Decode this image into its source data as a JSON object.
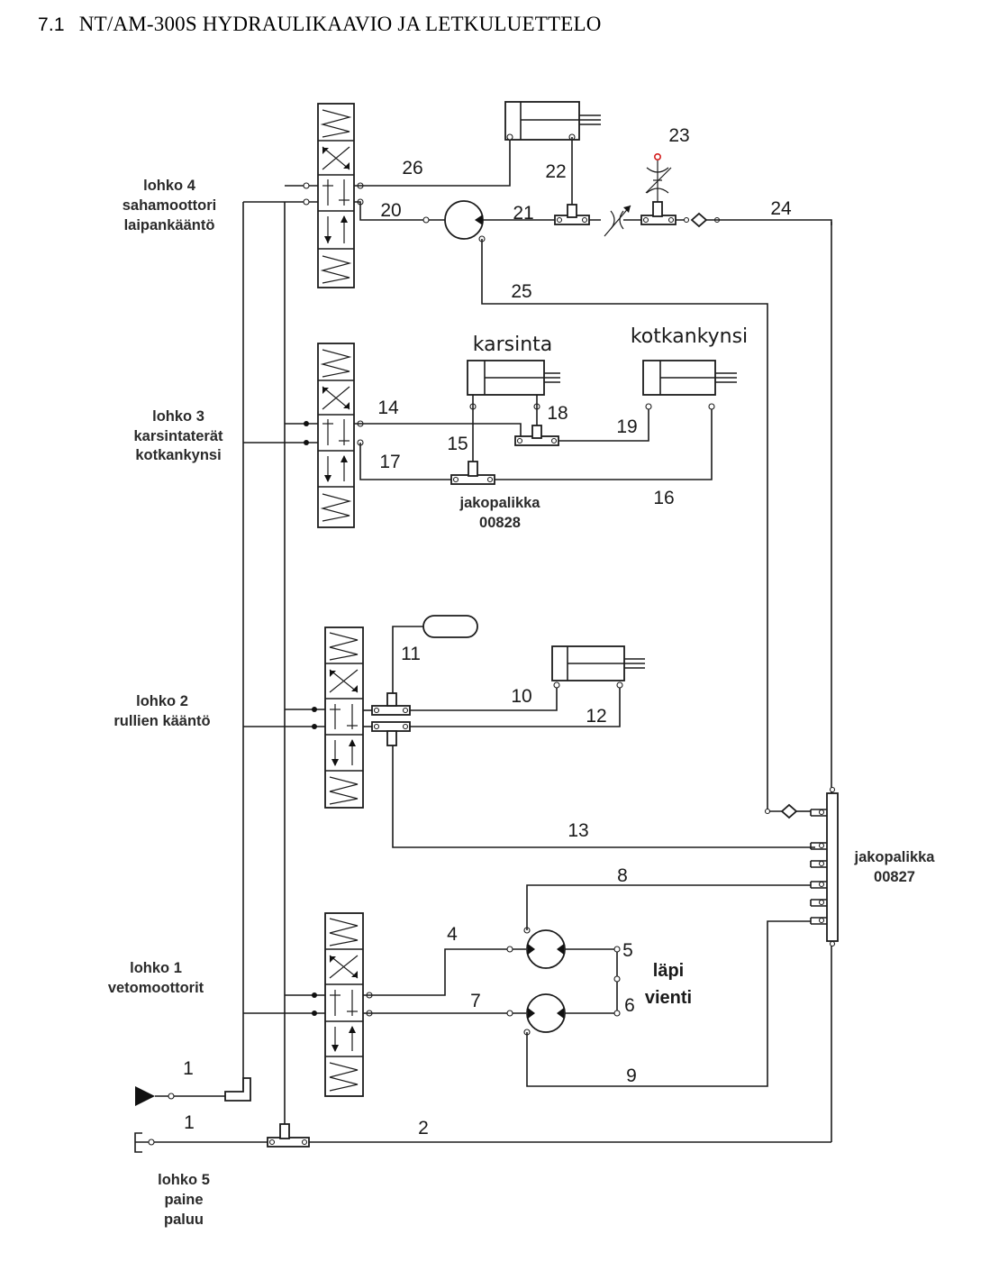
{
  "heading": {
    "number": "7.1",
    "title_upper": "NT/AM-300S H",
    "title_small": "YDRAULIKAAVIO JA LETKULUETTELO"
  },
  "blocks": {
    "lohko4": [
      "lohko 4",
      "sahamoottori",
      "laipankääntö"
    ],
    "lohko3": [
      "lohko 3",
      "karsintaterät",
      "kotkankynsi"
    ],
    "lohko2": [
      "lohko 2",
      "rullien kääntö"
    ],
    "lohko1": [
      "lohko 1",
      "vetomoottorit"
    ],
    "lohko5": [
      "lohko 5",
      "paine",
      "paluu"
    ]
  },
  "components": {
    "karsinta": "karsinta",
    "kotkankynsi": "kotkankynsi",
    "jakopalikka_00828": [
      "jakopalikka",
      "00828"
    ],
    "jakopalikka_00827": [
      "jakopalikka",
      "00827"
    ],
    "lapi_vienti": [
      "läpi",
      "vienti"
    ]
  },
  "hoses": {
    "h1a": "1",
    "h1b": "1",
    "h2": "2",
    "h4": "4",
    "h5": "5",
    "h6": "6",
    "h7": "7",
    "h8": "8",
    "h9": "9",
    "h10": "10",
    "h11": "11",
    "h12": "12",
    "h13": "13",
    "h14": "14",
    "h15": "15",
    "h16": "16",
    "h17": "17",
    "h18": "18",
    "h19": "19",
    "h20": "20",
    "h21": "21",
    "h22": "22",
    "h23": "23",
    "h24": "24",
    "h25": "25",
    "h26": "26"
  },
  "colors": {
    "line": "#1c1c1c",
    "marker_red": "#d42020"
  }
}
